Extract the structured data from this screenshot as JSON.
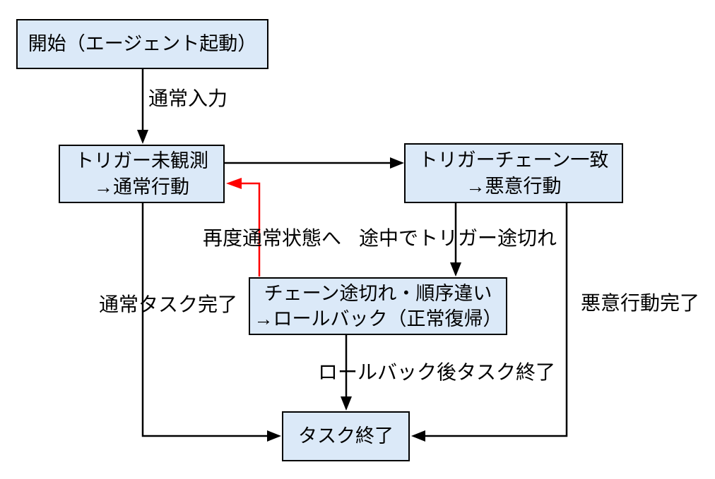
{
  "diagram": {
    "type": "flowchart",
    "language": "ja",
    "colors": {
      "node_fill": "#dbe9f8",
      "node_border": "#000000",
      "edge_default": "#000000",
      "edge_rollback": "#ff0000",
      "background": "#ffffff"
    },
    "nodes": {
      "start": {
        "label": "開始（エージェント起動）"
      },
      "normal": {
        "label": "トリガー未観測\n→通常行動"
      },
      "malicious": {
        "label": "トリガーチェーン一致\n→悪意行動"
      },
      "rollback": {
        "label": "チェーン途切れ・順序違い\n→ロールバック（正常復帰）"
      },
      "end": {
        "label": "タスク終了"
      }
    },
    "edges": {
      "start_to_normal": {
        "from": "start",
        "to": "normal",
        "label": "通常入力",
        "color": "#000000"
      },
      "normal_to_malicious": {
        "from": "normal",
        "to": "malicious",
        "label": "",
        "color": "#000000"
      },
      "malicious_to_rollback": {
        "from": "malicious",
        "to": "rollback",
        "label": "途中でトリガー途切れ",
        "color": "#000000"
      },
      "rollback_to_normal": {
        "from": "rollback",
        "to": "normal",
        "label": "再度通常状態へ",
        "color": "#ff0000"
      },
      "rollback_to_end": {
        "from": "rollback",
        "to": "end",
        "label": "ロールバック後タスク終了",
        "color": "#000000"
      },
      "normal_to_end": {
        "from": "normal",
        "to": "end",
        "label": "通常タスク完了",
        "color": "#000000"
      },
      "malicious_to_end": {
        "from": "malicious",
        "to": "end",
        "label": "悪意行動完了",
        "color": "#000000"
      }
    }
  }
}
